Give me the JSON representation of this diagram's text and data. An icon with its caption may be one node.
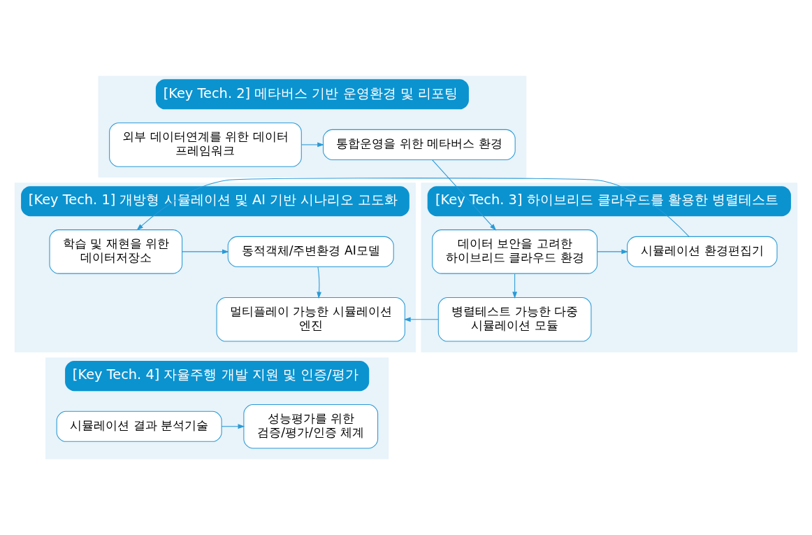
{
  "diagram": {
    "nodes": [
      {
        "text": [
          "[Key Tech. 2] 메타버스 기반 운영환경 및 리포팅"
        ]
      },
      {
        "text": [
          "통합운영을 위한 메타버스 환경"
        ],
        "in": 0
      },
      {
        "text": [
          "외부 데이터연계를 위한 데이터 프레임워크"
        ],
        "in": 0
      },
      {
        "text": [
          "[Key Tech. 1] 개방형 시뮬레이션 및 AI 기반 시나리오 고도화"
        ]
      },
      {
        "text": [
          "동적객체/주변환경 AI모델"
        ],
        "in": 3
      },
      {
        "text": [
          "학습 및 재현을 위한 데이터저장소"
        ],
        "in": 3
      },
      {
        "text": [
          "멀티플레이 가능한 시뮬레이션 엔진"
        ],
        "in": 3
      },
      {
        "text": [
          "[Key Tech. 3] 하이브리드 클라우드를 활용한 병렬테스트"
        ]
      },
      {
        "text": [
          "시뮬레이션 환경편집기"
        ],
        "in": 7
      },
      {
        "text": [
          "병렬테스트 가능한 다중 시뮬레이션 모듈"
        ],
        "in": 7
      },
      {
        "text": [
          "데이터 보안을 고려한 하이브리드 클라우드 환경"
        ],
        "in": 7
      },
      {
        "text": [
          "[Key Tech. 4] 자율주행 개발 지원 및 인증/평가"
        ]
      },
      {
        "text": [
          "성능평가를 위한 검증/평가/인증 체계"
        ],
        "in": 11
      },
      {
        "text": [
          "시뮬레이션 결과 분석기술"
        ],
        "in": 11
      }
    ],
    "edges": [
      {
        "from": 2,
        "to": 1,
        "arrow": "to"
      },
      {
        "from": 1,
        "to": 10,
        "arrow": "to"
      },
      {
        "from": 10,
        "to": 8,
        "arrow": "to"
      },
      {
        "from": 10,
        "to": 9,
        "arrow": "to"
      },
      {
        "from": 8,
        "to": 5,
        "arrow": "to"
      },
      {
        "from": 5,
        "to": 4,
        "arrow": "to"
      },
      {
        "from": 4,
        "to": 6,
        "arrow": "to"
      },
      {
        "from": 9,
        "to": 6,
        "arrow": "to"
      },
      {
        "from": 13,
        "to": 12,
        "arrow": "to"
      }
    ]
  }
}
